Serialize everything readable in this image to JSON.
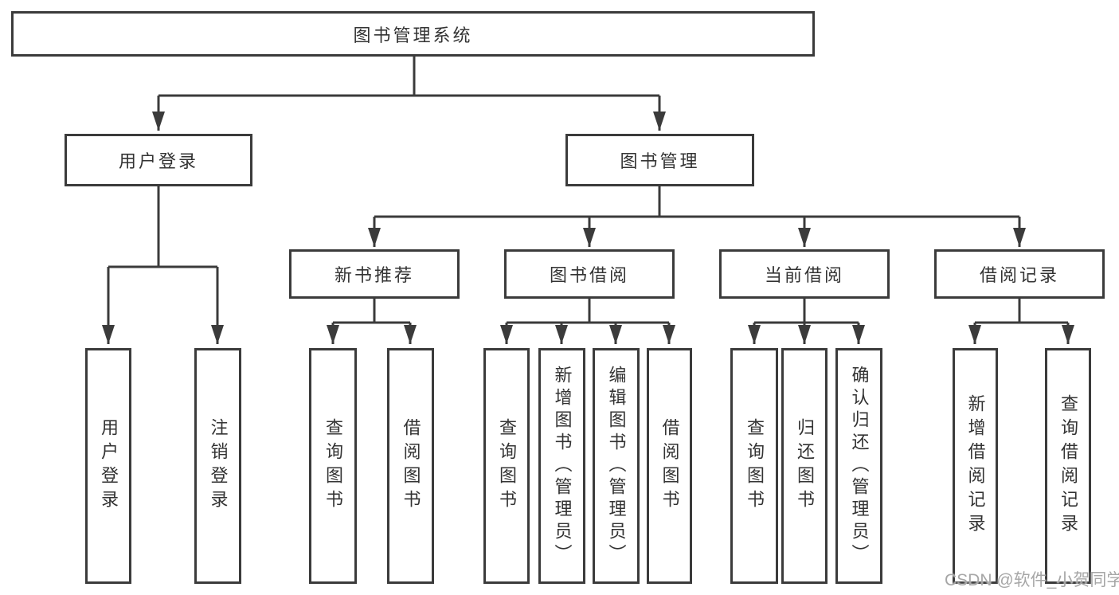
{
  "colors": {
    "line": "#3b3b3b",
    "text": "#333333",
    "background": "#ffffff",
    "watermark_gray": "#a6a6a6"
  },
  "root": {
    "label": "图书管理系统"
  },
  "user_login": {
    "label": "用户登录",
    "children": [
      {
        "label": "用户登录"
      },
      {
        "label": "注销登录"
      }
    ]
  },
  "book_management": {
    "label": "图书管理",
    "sections": [
      {
        "label": "新书推荐",
        "children": [
          {
            "label": "查询图书"
          },
          {
            "label": "借阅图书"
          }
        ]
      },
      {
        "label": "图书借阅",
        "children": [
          {
            "label": "查询图书"
          },
          {
            "label": "新增图书（管理员）"
          },
          {
            "label": "编辑图书（管理员）"
          },
          {
            "label": "借阅图书"
          }
        ]
      },
      {
        "label": "当前借阅",
        "children": [
          {
            "label": "查询图书"
          },
          {
            "label": "归还图书"
          },
          {
            "label": "确认归还（管理员）"
          }
        ]
      },
      {
        "label": "借阅记录",
        "children": [
          {
            "label": "新增借阅记录"
          },
          {
            "label": "查询借阅记录"
          }
        ]
      }
    ]
  },
  "watermark": {
    "text": "CSDN @软件_小贺同学"
  }
}
